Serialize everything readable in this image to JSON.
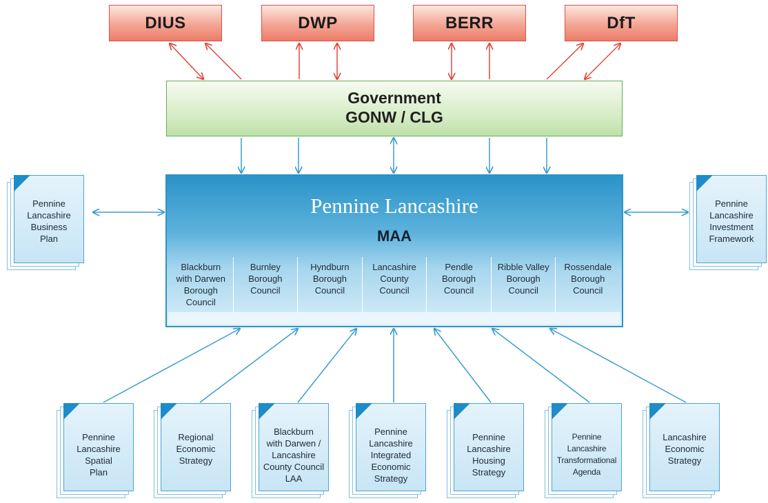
{
  "departments": [
    "DIUS",
    "DWP",
    "BERR",
    "DfT"
  ],
  "government": {
    "line1": "Government",
    "line2": "GONW / CLG"
  },
  "maa": {
    "title": "Pennine Lancashire",
    "subtitle": "MAA",
    "councils": [
      "Blackburn\nwith Darwen\nBorough\nCouncil",
      "Burnley\nBorough\nCouncil",
      "Hyndburn\nBorough\nCouncil",
      "Lancashire\nCounty\nCouncil",
      "Pendle\nBorough\nCouncil",
      "Ribble Valley\nBorough\nCouncil",
      "Rossendale\nBorough\nCouncil"
    ]
  },
  "side_documents": {
    "left": "Pennine\nLancashire\nBusiness\nPlan",
    "right": "Pennine\nLancashire\nInvestment\nFramework"
  },
  "bottom_documents": [
    "Pennine\nLancashire\nSpatial\nPlan",
    "Regional\nEconomic\nStrategy",
    "Blackburn\nwith Darwen /\nLancashire\nCounty Council\nLAA",
    "Pennine\nLancashire\nIntegrated\nEconomic\nStrategy",
    "Pennine\nLancashire\nHousing\nStrategy",
    "Pennine\nLancashire\nTransformational\nAgenda",
    "Lancashire\nEconomic\nStrategy"
  ],
  "colors": {
    "department_fill": "#f4a594",
    "department_border": "#d8504a",
    "government_fill": "#d8edc8",
    "government_border": "#5fae58",
    "maa_fill": "#2b93c8",
    "document_fill": "#c8e5f5",
    "arrow_red": "#e0473c",
    "arrow_blue": "#3a9ccf"
  }
}
